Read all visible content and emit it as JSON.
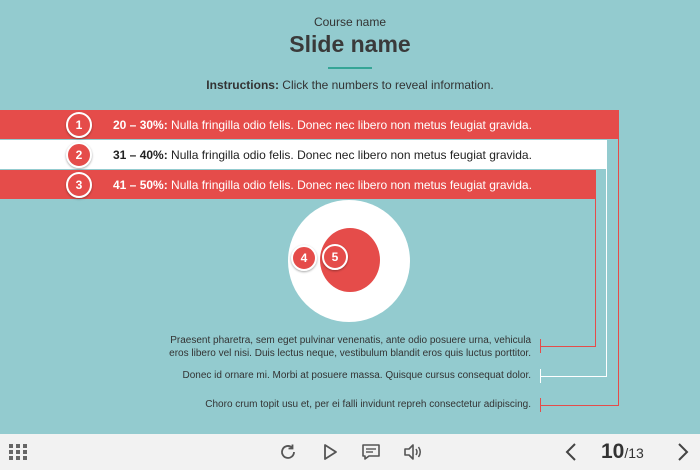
{
  "header": {
    "course_name": "Course name",
    "slide_name": "Slide name",
    "instructions_label": "Instructions:",
    "instructions_text": " Click the numbers to reveal information."
  },
  "bars": [
    {
      "num": "1",
      "range": "20 – 30%:",
      "text": " Nulla fringilla odio felis. Donec nec libero non metus feugiat gravida."
    },
    {
      "num": "2",
      "range": "31 – 40%:",
      "text": " Nulla fringilla odio felis. Donec nec libero non metus feugiat gravida."
    },
    {
      "num": "3",
      "range": "41 – 50%:",
      "text": " Nulla fringilla odio felis. Donec nec libero non metus feugiat gravida."
    }
  ],
  "circle_markers": [
    "4",
    "5"
  ],
  "paragraphs": [
    {
      "line1": "Praesent pharetra, sem eget pulvinar venenatis, ante odio posuere urna, vehicula",
      "line2": "eros libero vel nisi. Duis lectus neque, vestibulum blandit eros quis luctus porttitor."
    },
    {
      "line1": "Donec id ornare mi. Morbi at posuere massa. Quisque cursus consequat dolor."
    },
    {
      "line1": "Choro crum topit usu et, per ei falli invidunt repreh consectetur adipiscing."
    }
  ],
  "footer": {
    "current_page": "10",
    "separator": "/",
    "total_pages": "13",
    "icons": [
      "grid-menu-icon",
      "replay-icon",
      "play-icon",
      "notes-icon",
      "volume-icon",
      "prev-arrow-icon",
      "next-arrow-icon"
    ]
  },
  "colors": {
    "background": "#93cbcf",
    "accent_red": "#e54c4a",
    "accent_teal": "#35a596",
    "footer_bg": "#f2f2f2"
  }
}
